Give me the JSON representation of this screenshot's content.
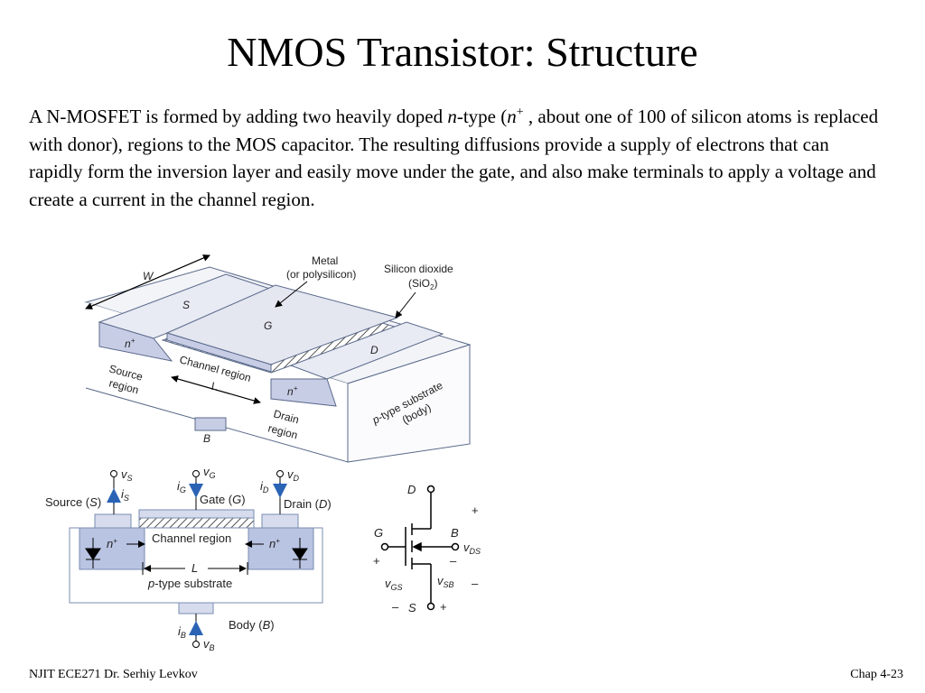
{
  "slide": {
    "title": "NMOS Transistor: Structure",
    "paragraph": {
      "p1": "A N-MOSFET is formed by adding two heavily doped ",
      "n_italic": "n",
      "p2": "-type (",
      "n_italic_2": "n",
      "plus": "+",
      "p3": " , about one of 100 of silicon atoms  is replaced with donor),  regions to the MOS capacitor. The resulting diffusions provide a supply of electrons that can rapidly form the inversion layer and easily move under the gate, and also make terminals to apply a voltage and create a current in the channel region."
    },
    "footer_left": "NJIT  ECE271 Dr. Serhiy Levkov",
    "footer_right": "Chap 4-23"
  },
  "figure_3d": {
    "W": "W",
    "S": "S",
    "G": "G",
    "D": "D",
    "B": "B",
    "L": "L",
    "metal": "Metal",
    "polysilicon": "(or polysilicon)",
    "silicon_dioxide": "Silicon dioxide",
    "sio2": "(SiO",
    "sio2_sub": "2",
    "sio2_close": ")",
    "n_plus_left": "n",
    "n_plus_right": "n",
    "plus": "+",
    "source": "Source",
    "source_region": "region",
    "channel_region": "Channel region",
    "drain": "Drain",
    "drain_region": "region",
    "substrate_p": "p",
    "substrate": "-type substrate",
    "body": "(body)"
  },
  "figure_cross": {
    "vs": "v",
    "vs_sub": "S",
    "is": "i",
    "is_sub": "S",
    "vg": "v",
    "vg_sub": "G",
    "ig": "i",
    "ig_sub": "G",
    "vd": "v",
    "vd_sub": "D",
    "id": "i",
    "id_sub": "D",
    "source_label": "Source (",
    "source_S": "S",
    "gate_label": "Gate (",
    "gate_G": "G",
    "drain_label": "Drain (",
    "drain_D": "D",
    "close": ")",
    "n_plus": "n",
    "plus": "+",
    "channel_region": "Channel region",
    "L": "L",
    "substrate_p": "p",
    "substrate": "-type substrate",
    "body_label": "Body (",
    "body_B": "B",
    "ib": "i",
    "ib_sub": "B",
    "vb": "v",
    "vb_sub": "B"
  },
  "figure_symbol": {
    "D": "D",
    "G": "G",
    "B": "B",
    "S": "S",
    "plus": "+",
    "minus": "–",
    "vds": "v",
    "vds_sub": "DS",
    "vgs": "v",
    "vgs_sub": "GS",
    "vsb": "v",
    "vsb_sub": "SB"
  }
}
